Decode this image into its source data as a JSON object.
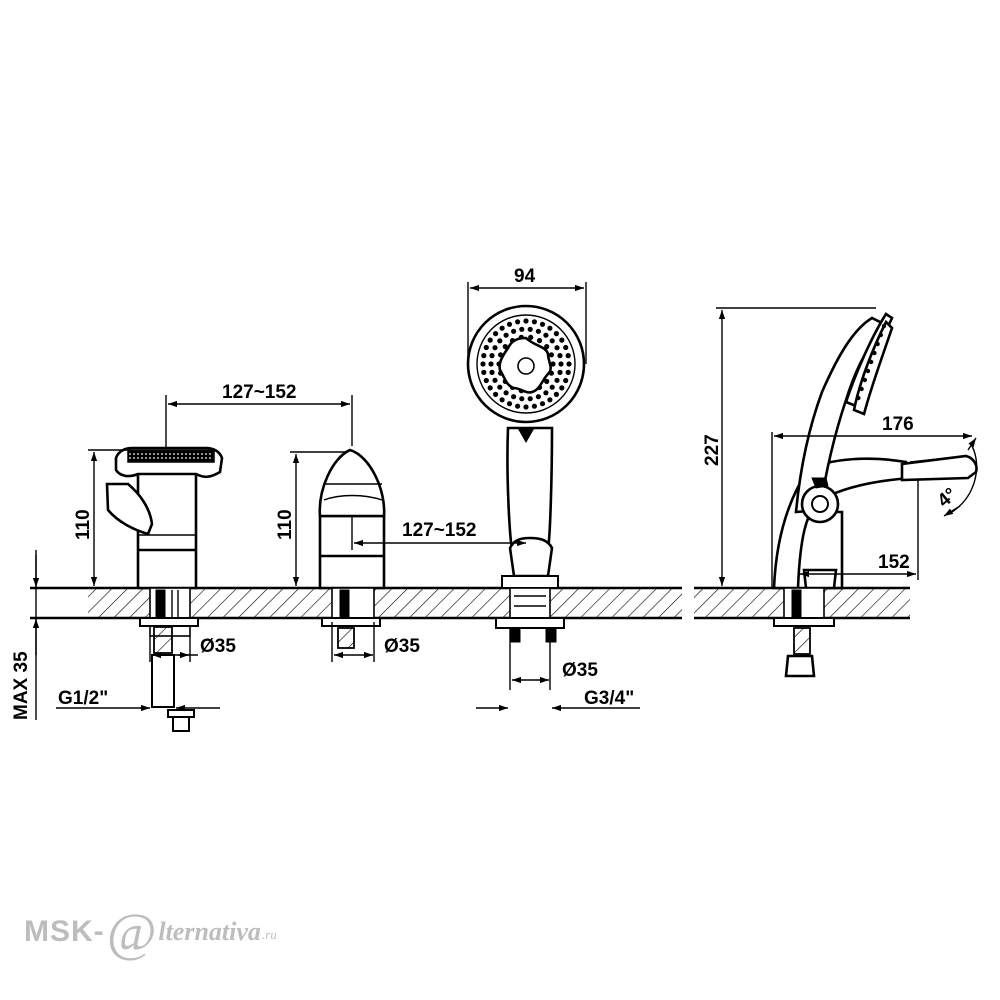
{
  "dimensions": {
    "spacing_1": "127~152",
    "spacing_2": "127~152",
    "height_valve_1": "110",
    "height_valve_2": "110",
    "diameter_1": "Ø35",
    "diameter_2": "Ø35",
    "diameter_3": "Ø35",
    "thread_left": "G1/2\"",
    "thread_right": "G3/4\"",
    "max_thickness": "MAX 35",
    "head_width": "94",
    "total_height": "227",
    "spout_reach": "176",
    "spout_base": "152",
    "tilt_angle": "4°"
  },
  "watermark": {
    "left": "MSK-",
    "at": "@",
    "right": "lternativa",
    "tld": ".ru"
  }
}
